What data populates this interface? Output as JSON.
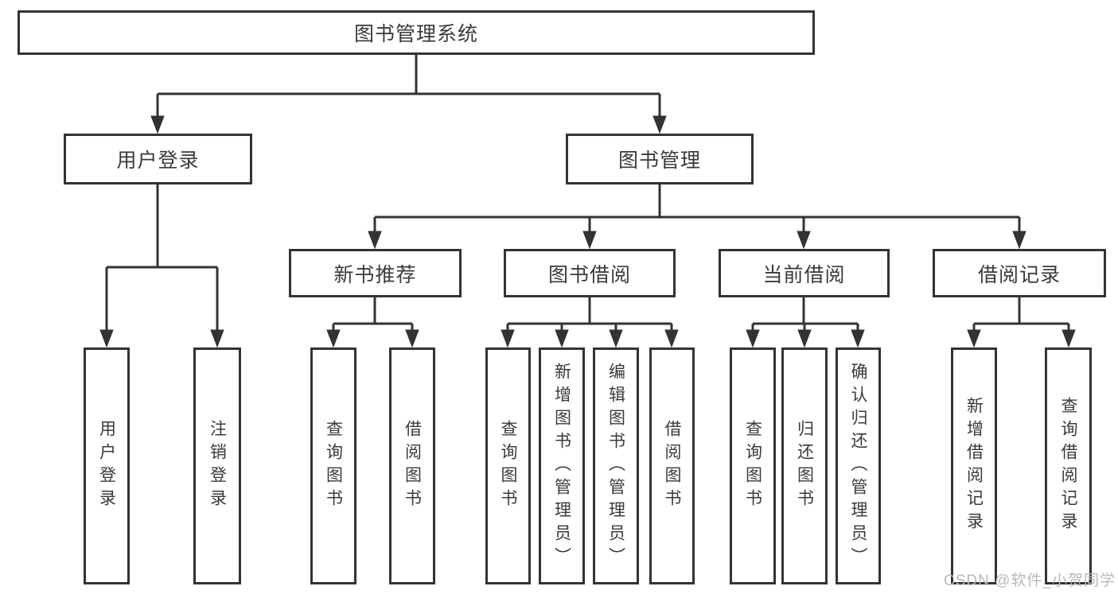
{
  "tree": {
    "label": "图书管理系统",
    "children": [
      {
        "label": "用户登录",
        "children": [
          {
            "label": "用户登录"
          },
          {
            "label": "注销登录"
          }
        ]
      },
      {
        "label": "图书管理",
        "children": [
          {
            "label": "新书推荐",
            "children": [
              {
                "label": "查询图书"
              },
              {
                "label": "借阅图书"
              }
            ]
          },
          {
            "label": "图书借阅",
            "children": [
              {
                "label": "查询图书"
              },
              {
                "label": "新增图书（管理员）"
              },
              {
                "label": "编辑图书（管理员）"
              },
              {
                "label": "借阅图书"
              }
            ]
          },
          {
            "label": "当前借阅",
            "children": [
              {
                "label": "查询图书"
              },
              {
                "label": "归还图书"
              },
              {
                "label": "确认归还（管理员）"
              }
            ]
          },
          {
            "label": "借阅记录",
            "children": [
              {
                "label": "新增借阅记录"
              },
              {
                "label": "查询借阅记录"
              }
            ]
          }
        ]
      }
    ]
  },
  "watermark": {
    "text": "CSDN @软件_小贺同学"
  },
  "colors": {
    "line": "#333333",
    "text": "#3a3a3a",
    "watermark": "#b9b9b9",
    "background": "#ffffff"
  }
}
